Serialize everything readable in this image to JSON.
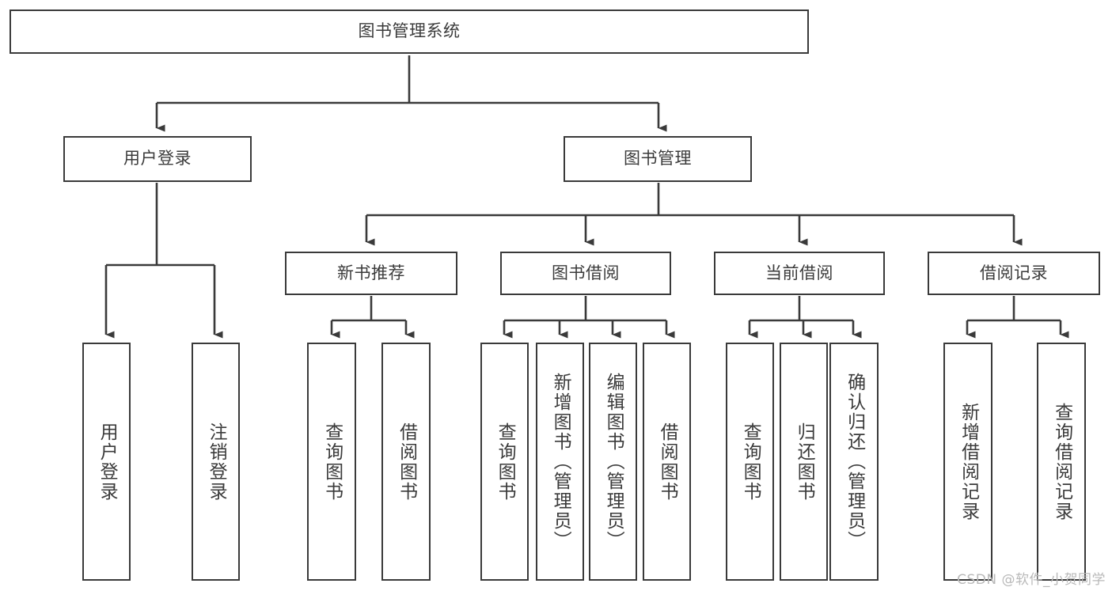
{
  "diagram": {
    "title": "图书管理系统",
    "type": "hierarchy-tree",
    "root": {
      "label": "图书管理系统"
    },
    "level2": [
      {
        "label": "用户登录"
      },
      {
        "label": "图书管理"
      }
    ],
    "level3": [
      {
        "label": "新书推荐",
        "parent": "图书管理"
      },
      {
        "label": "图书借阅",
        "parent": "图书管理"
      },
      {
        "label": "当前借阅",
        "parent": "图书管理"
      },
      {
        "label": "借阅记录",
        "parent": "图书管理"
      }
    ],
    "leaves": [
      {
        "label": "用户登录",
        "parent": "用户登录"
      },
      {
        "label": "注销登录",
        "parent": "用户登录"
      },
      {
        "label": "查询图书",
        "parent": "新书推荐"
      },
      {
        "label": "借阅图书",
        "parent": "新书推荐"
      },
      {
        "label": "查询图书",
        "parent": "图书借阅"
      },
      {
        "label": "新增图书（管理员）",
        "parent": "图书借阅"
      },
      {
        "label": "编辑图书（管理员）",
        "parent": "图书借阅"
      },
      {
        "label": "借阅图书",
        "parent": "图书借阅"
      },
      {
        "label": "查询图书",
        "parent": "当前借阅"
      },
      {
        "label": "归还图书",
        "parent": "当前借阅"
      },
      {
        "label": "确认归还（管理员）",
        "parent": "当前借阅"
      },
      {
        "label": "新增借阅记录",
        "parent": "借阅记录"
      },
      {
        "label": "查询借阅记录",
        "parent": "借阅记录"
      }
    ],
    "watermark": "CSDN @软件_小贺同学",
    "colors": {
      "border": "#3a3a3a",
      "text": "#3b3b3b",
      "background": "#ffffff",
      "watermark": "#b9b9b9"
    }
  }
}
